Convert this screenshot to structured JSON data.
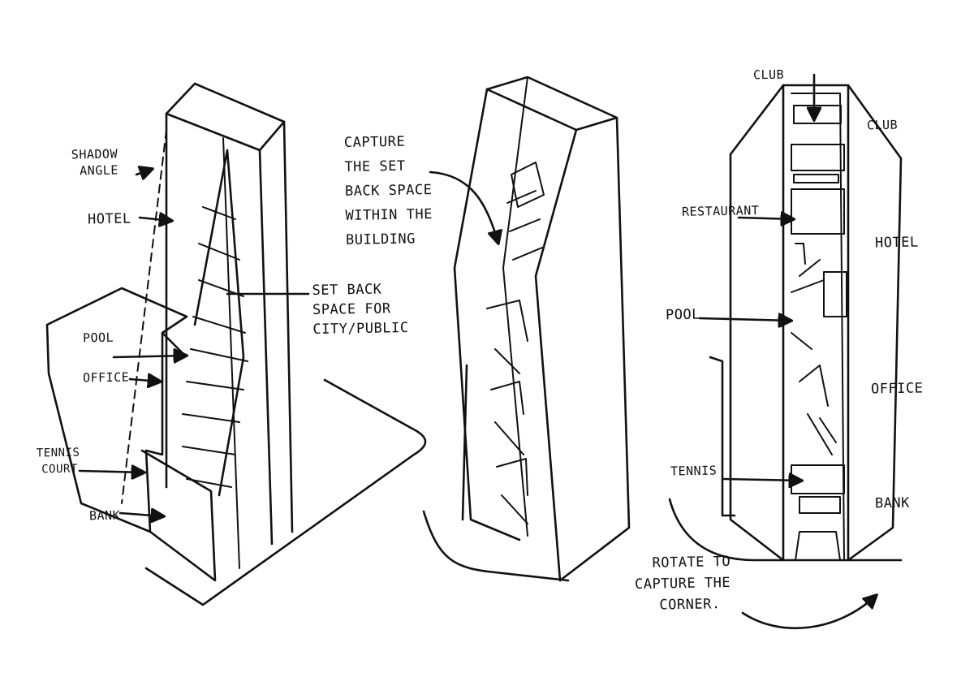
{
  "sketch1": {
    "shadow_angle": [
      "SHADOW",
      "ANGLE"
    ],
    "hotel": "HOTEL",
    "pool": "POOL",
    "office": "OFFICE",
    "tennis_court": [
      "TENNIS",
      "COURT"
    ],
    "bank": "BANK",
    "set_back": [
      "SET BACK",
      "SPACE FOR",
      "CITY/PUBLIC"
    ]
  },
  "sketch2": {
    "capture": [
      "CAPTURE",
      "THE SET",
      "BACK SPACE",
      "WITHIN THE",
      "BUILDING"
    ]
  },
  "sketch3": {
    "club_top": "CLUB",
    "club_side": "CLUB",
    "restaurant": "RESTAURANT",
    "hotel": "HOTEL",
    "pool": "POOL",
    "office": "OFFICE",
    "tennis": "TENNIS",
    "bank": "BANK",
    "rotate": [
      "ROTATE TO",
      "CAPTURE THE",
      "CORNER."
    ]
  },
  "icons": [
    "arrow-icon"
  ]
}
